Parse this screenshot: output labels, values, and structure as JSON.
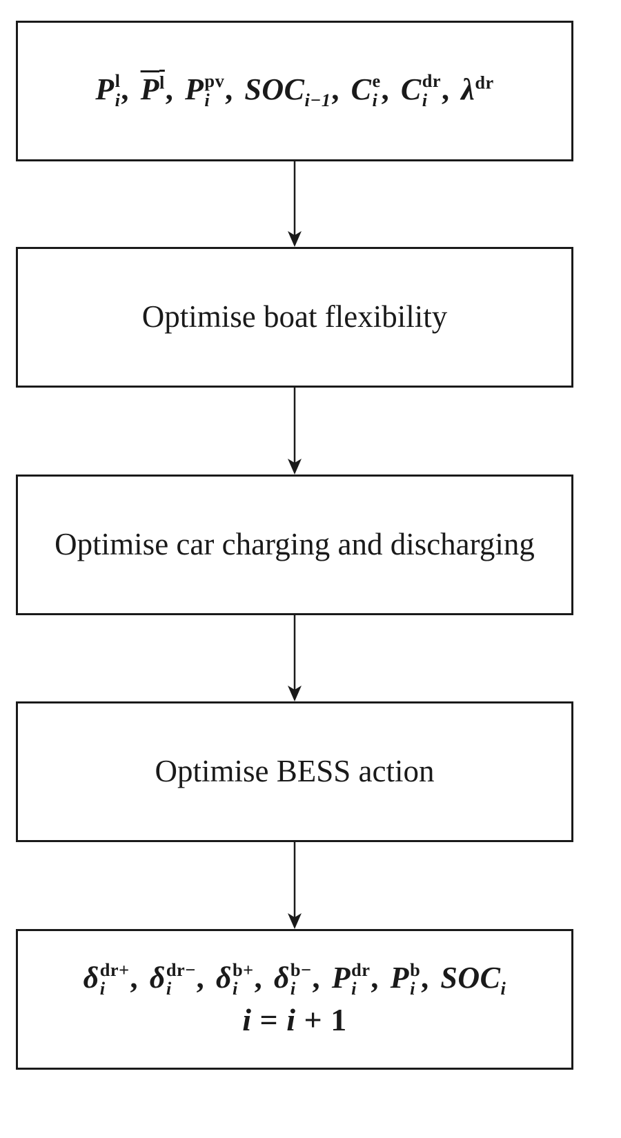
{
  "diagram": {
    "nodes": [
      {
        "id": "input",
        "kind": "math",
        "text": "P_i^l, \\overline{P^l}, P_i^pv, SOC_{i-1}, C_i^e, C_i^dr, λ^dr"
      },
      {
        "id": "boat",
        "kind": "text",
        "text": "Optimise boat flexibility"
      },
      {
        "id": "car",
        "kind": "text",
        "text": "Optimise car charging and discharging"
      },
      {
        "id": "bess",
        "kind": "text",
        "text": "Optimise BESS action"
      },
      {
        "id": "output",
        "kind": "math",
        "text": "δ_i^{dr+}, δ_i^{dr−}, δ_i^{b+}, δ_i^{b−}, P_i^dr, P_i^b, SOC_i",
        "text2": "i = i + 1"
      }
    ],
    "edges": [
      {
        "from": "input",
        "to": "boat"
      },
      {
        "from": "boat",
        "to": "car"
      },
      {
        "from": "car",
        "to": "bess"
      },
      {
        "from": "bess",
        "to": "output"
      }
    ]
  },
  "colors": {
    "stroke": "#1a1a1a",
    "background": "#ffffff"
  }
}
